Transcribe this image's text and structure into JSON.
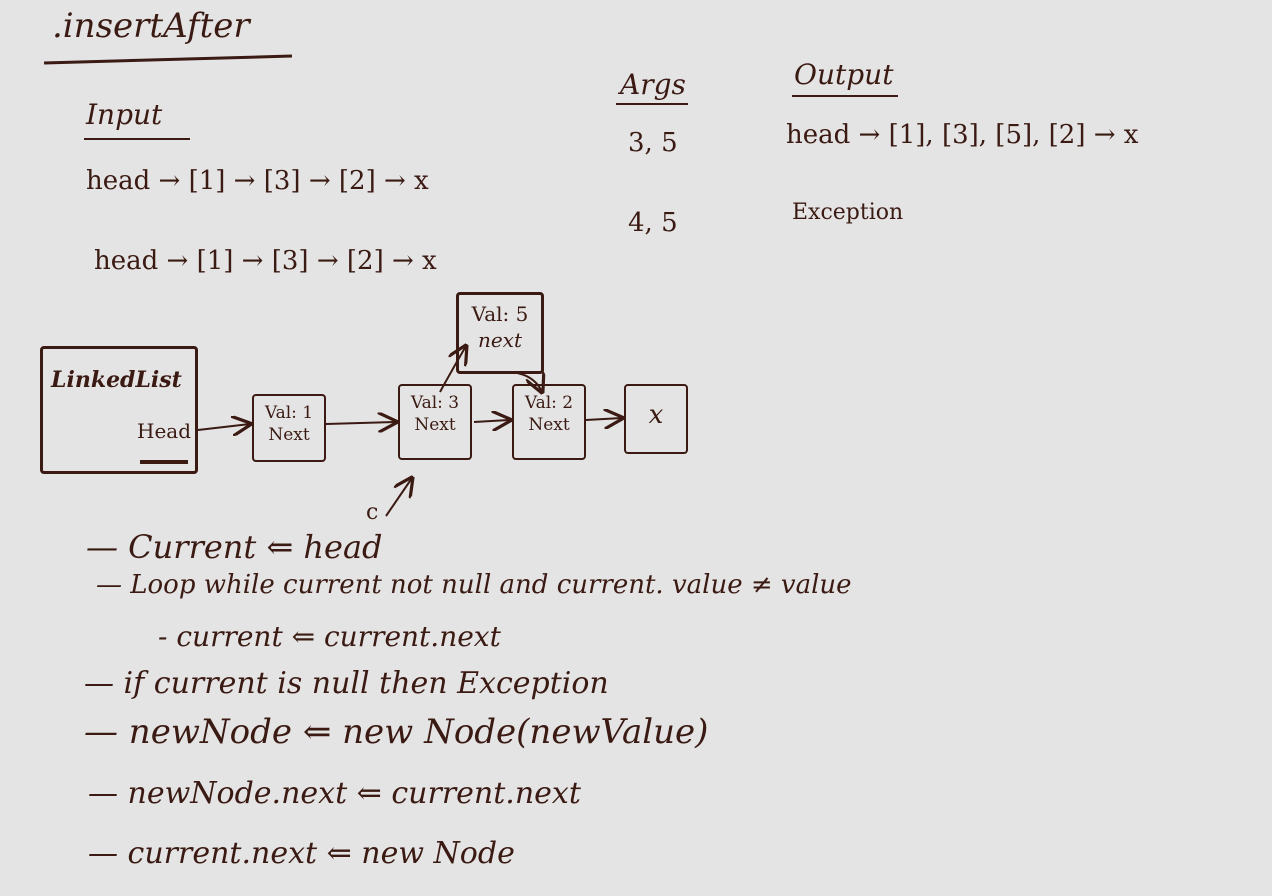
{
  "title": ".insertAfter",
  "headers": {
    "input": "Input",
    "args": "Args",
    "output": "Output"
  },
  "rows": [
    {
      "input": "head → [1] → [3] → [2] → x",
      "args": "3, 5",
      "output": "head → [1], [3], [5], [2] → x"
    },
    {
      "input": "head → [1] → [3] → [2] → x",
      "args": "4, 5",
      "output": "Exception"
    }
  ],
  "diagram": {
    "linkedlist_label": "LinkedList",
    "head_label": "Head",
    "new_node": {
      "val": "Val: 5",
      "next": "next"
    },
    "nodes": [
      {
        "val": "Val: 1",
        "next": "Next"
      },
      {
        "val": "Val: 3",
        "next": "Next"
      },
      {
        "val": "Val: 2",
        "next": "Next"
      }
    ],
    "terminal": "x",
    "pointer_label": "c"
  },
  "algorithm": [
    "— Current ⇐ head",
    "— Loop while current not null and current. value ≠ value",
    "- current ⇐ current.next",
    "— if current is null then Exception",
    "— newNode   ⇐ new Node(newValue)",
    "— newNode.next ⇐ current.next",
    "— current.next ⇐ new Node"
  ]
}
